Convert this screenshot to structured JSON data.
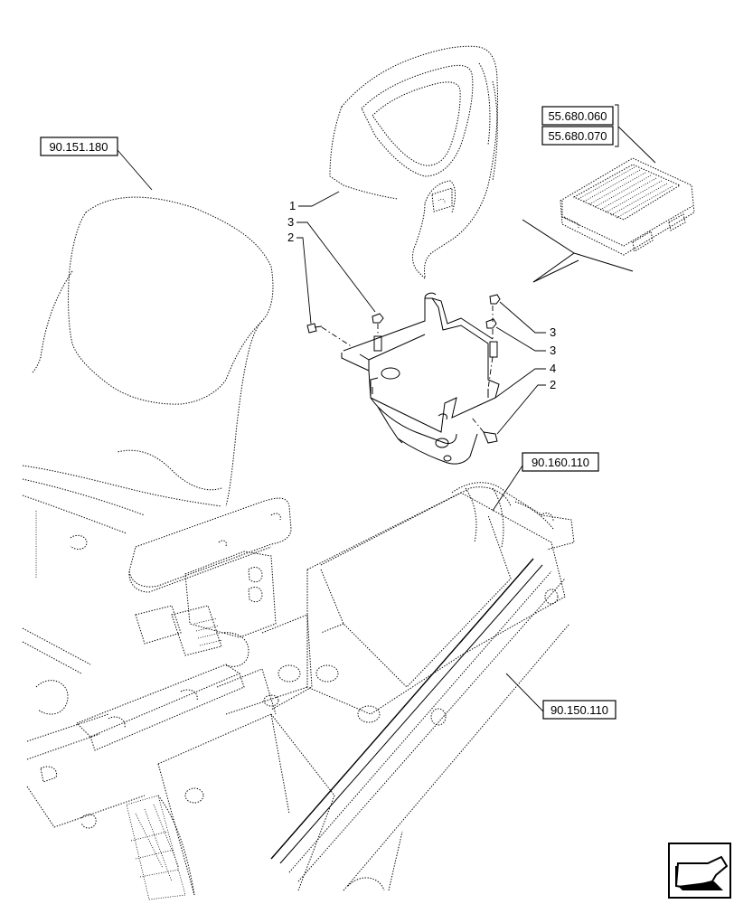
{
  "references": {
    "seat": "90.151.180",
    "electronics_1": "55.680.060",
    "electronics_2": "55.680.070",
    "fender": "90.160.110",
    "platform": "90.150.110"
  },
  "callouts": {
    "c1": "1",
    "c3a": "3",
    "c2a": "2",
    "c3b": "3",
    "c3c": "3",
    "c4": "4",
    "c2b": "2"
  },
  "icons": {
    "nav": "previous-page-arrow-icon"
  }
}
